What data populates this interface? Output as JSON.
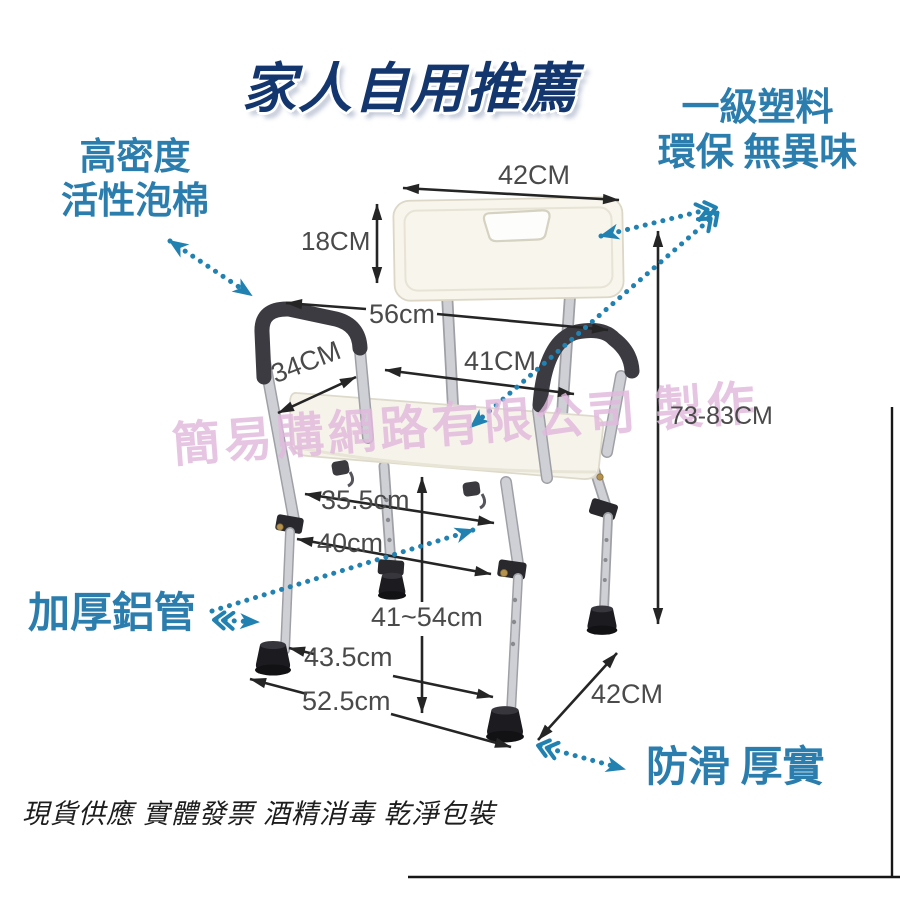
{
  "colors": {
    "title_navy": "#14366e",
    "callout_blue": "#2b7dad",
    "arrow_teal": "#2181b1",
    "dimension_text": "#4a4a4a",
    "watermark_pink": "#e0b8dd",
    "seat_ivory": "#f6f4ea",
    "foam_charcoal": "#3b3b41",
    "frame_silver": "#cfd0d5"
  },
  "title": {
    "text": "家人自用推薦"
  },
  "callouts": {
    "foam": {
      "line1": "高密度",
      "line2": "活性泡棉"
    },
    "plastic": {
      "line1": "一級塑料",
      "line2": "環保 無異味"
    },
    "aluminum": {
      "label": "加厚鋁管"
    },
    "antislip": {
      "label": "防滑 厚實"
    }
  },
  "dimensions": {
    "back_width": {
      "label": "42CM"
    },
    "back_height": {
      "label": "18CM"
    },
    "armrest_span": {
      "label": "56cm"
    },
    "armrest_depth": {
      "label": "34CM"
    },
    "seat_width": {
      "label": "41CM"
    },
    "overall_height": {
      "label": "73-83CM"
    },
    "seat_depth_front": {
      "label": "35.5cm"
    },
    "seat_depth_rear": {
      "label": "40cm"
    },
    "seat_height_adjustable": {
      "label": "41~54cm"
    },
    "leg_span_inner": {
      "label": "43.5cm"
    },
    "leg_span_outer": {
      "label": "52.5cm"
    },
    "base_depth": {
      "label": "42CM"
    }
  },
  "watermark": {
    "text": "簡易購網路有限公司 製作"
  },
  "footer": {
    "note": "現貨供應 實體發票 酒精消毒 乾淨包裝"
  }
}
